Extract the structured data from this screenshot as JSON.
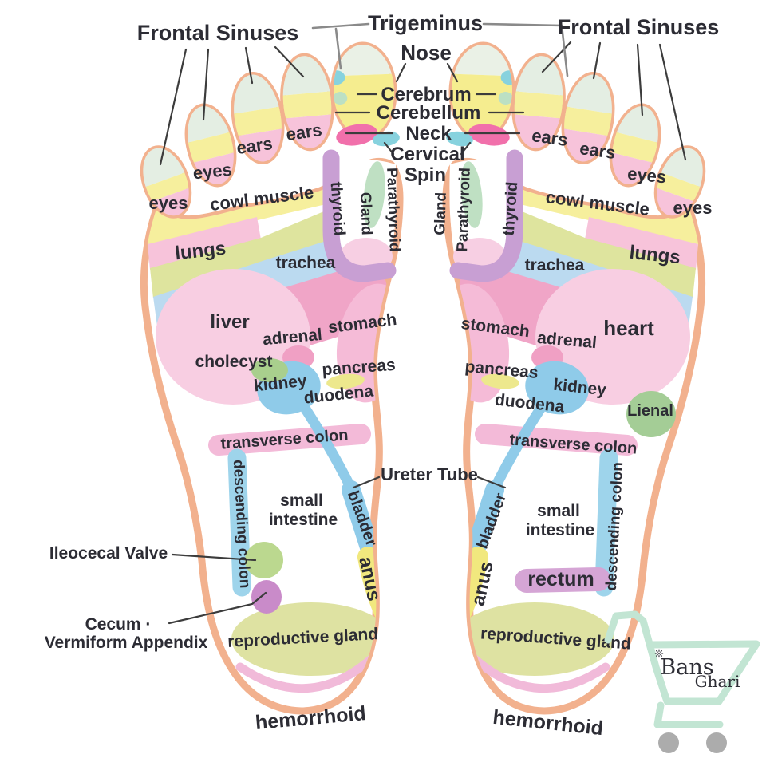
{
  "diagram_title": "foot reflexology chart",
  "labels": {
    "frontal_sinuses": "Frontal Sinuses",
    "trigeminus": "Trigeminus",
    "nose": "Nose",
    "cerebrum": "Cerebrum",
    "cerebellum": "Cerebellum",
    "neck": "Neck",
    "cervical": "Cervical",
    "spin": "Spin",
    "ears": "ears",
    "eyes": "eyes",
    "cowl_muscle": "cowl muscle",
    "thyroid": "thyroid",
    "parathyroid": "Parathyroid",
    "gland": "Gland",
    "lungs": "lungs",
    "trachea": "trachea",
    "liver": "liver",
    "adrenal": "adrenal",
    "stomach": "stomach",
    "heart": "heart",
    "cholecyst": "cholecyst",
    "kidney": "kidney",
    "pancreas": "pancreas",
    "duodena": "duodena",
    "lienal": "Lienal",
    "transverse_colon": "transverse colon",
    "descending_colon": "descending colon",
    "ureter_tube": "Ureter Tube",
    "small": "small",
    "intestine": "intestine",
    "bladder": "bladder",
    "anus": "anus",
    "rectum": "rectum",
    "ileocecal_valve": "Ileocecal Valve",
    "cecum": "Cecum ·",
    "vermiform_appendix": "Vermiform Appendix",
    "reproductive_gland": "reproductive gland",
    "hemorrhoid": "hemorrhoid"
  },
  "watermark": {
    "line1": "Bans",
    "line2": "Ghari",
    "sprig": "❊"
  },
  "colors": {
    "outline": "#F2B18E",
    "toe_tip_green": "#E4EEE3",
    "band_yellow": "#F6EF9D",
    "band_pink_eyes": "#F7C3DA",
    "band_cowl_green": "#DEE49E",
    "band_lungs_blue": "#BBDAF0",
    "band_trachea_pink": "#F0A5C7",
    "neck_magenta": "#F170AB",
    "cyan_spot": "#87D2DE",
    "thyroid_purple": "#C89FD3",
    "parathyroid_green": "#BFE0C3",
    "organ_light_pink": "#F8CEE2",
    "stomach_pink": "#F5BBD7",
    "adrenal_pink": "#F0A0C4",
    "kidney_blue": "#8FCBE9",
    "cholecyst_green": "#A9CF8D",
    "lienal_green": "#A4CD96",
    "ileocecal_green": "#BBD88F",
    "cecum_purple": "#C98BC9",
    "pancreas_yellow": "#EDE88D",
    "transverse_pink": "#F3BAD8",
    "rectum_purple": "#D5A5D5",
    "anus_yellow": "#F1E87E",
    "reproductive_green": "#DEE2A2",
    "hemorrhoid_pink": "#F1BAD9",
    "watermark_mint": "#C2E5D3",
    "watermark_gray": "#9B9B9B",
    "wheel_gray": "#ACACAC",
    "text": "#2C2C34"
  }
}
